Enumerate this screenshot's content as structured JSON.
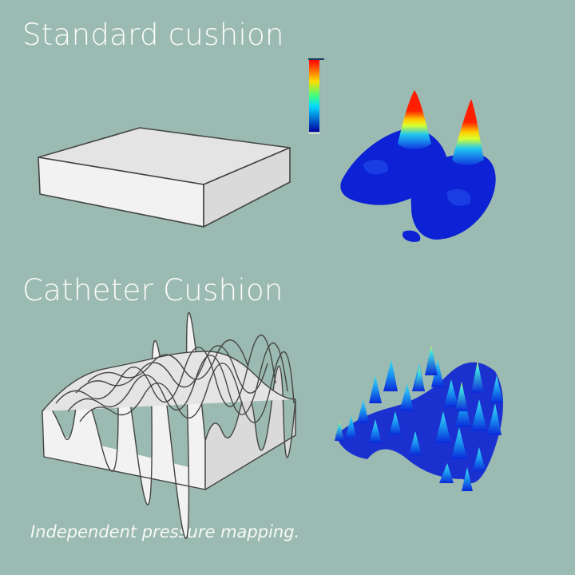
{
  "sections": [
    {
      "title": "Standard cushion",
      "cushion_type": "flat-foam-block",
      "pressure_map": "two-high-peaks"
    },
    {
      "title": "Catheter Cushion",
      "cushion_type": "egg-crate-wave",
      "pressure_map": "distributed-low-peaks"
    }
  ],
  "caption": "Independent pressure mapping.",
  "colors": {
    "background": "#9bbab1",
    "text": "#ffffff",
    "cushion_fill": "#eeeeee",
    "cushion_stroke": "#444444",
    "pressure_low": "#0a1fd0",
    "pressure_mid": "#1ec8f0",
    "pressure_high": "#ff1a00"
  },
  "colorbar": {
    "gradient": [
      "#ff0000",
      "#ffff00",
      "#00ffff",
      "#0000aa"
    ]
  }
}
